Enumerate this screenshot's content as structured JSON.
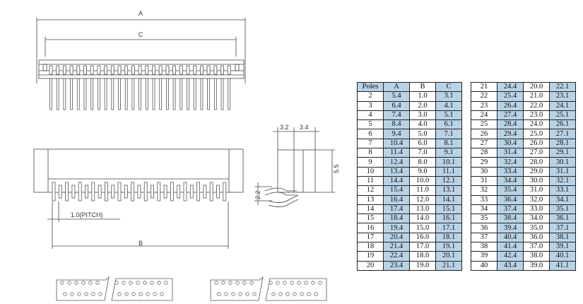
{
  "labels": {
    "dim_a": "A",
    "dim_b": "B",
    "dim_c": "C",
    "pitch": "1.0(PITCH)",
    "side_w1": "3.2",
    "side_w2": "3.4",
    "side_h": "5.5",
    "side_h2": "2.2"
  },
  "table": {
    "headers": [
      "Poles",
      "A",
      "B",
      "C"
    ],
    "rows_left": [
      [
        "2",
        "5.4",
        "1.0",
        "3.1"
      ],
      [
        "3",
        "6.4",
        "2.0",
        "4.1"
      ],
      [
        "4",
        "7.4",
        "3.0",
        "5.1"
      ],
      [
        "5",
        "8.4",
        "4.0",
        "6.1"
      ],
      [
        "6",
        "9.4",
        "5.0",
        "7.1"
      ],
      [
        "7",
        "10.4",
        "6.0",
        "8.1"
      ],
      [
        "8",
        "11.4",
        "7.0",
        "9.1"
      ],
      [
        "9",
        "12.4",
        "8.0",
        "10.1"
      ],
      [
        "10",
        "13.4",
        "9.0",
        "11.1"
      ],
      [
        "11",
        "14.4",
        "10.0",
        "12.1"
      ],
      [
        "12",
        "15.4",
        "11.0",
        "13.1"
      ],
      [
        "13",
        "16.4",
        "12.0",
        "14.1"
      ],
      [
        "14",
        "17.4",
        "13.0",
        "15.1"
      ],
      [
        "15",
        "18.4",
        "14.0",
        "16.1"
      ],
      [
        "16",
        "19.4",
        "15.0",
        "17.1"
      ],
      [
        "17",
        "20.4",
        "16.0",
        "18.1"
      ],
      [
        "18",
        "21.4",
        "17.0",
        "19.1"
      ],
      [
        "19",
        "22.4",
        "18.0",
        "20.1"
      ],
      [
        "20",
        "23.4",
        "19.0",
        "21.1"
      ]
    ],
    "rows_right": [
      [
        "21",
        "24.4",
        "20.0",
        "22.1"
      ],
      [
        "22",
        "25.4",
        "21.0",
        "23.1"
      ],
      [
        "23",
        "26.4",
        "22.0",
        "24.1"
      ],
      [
        "24",
        "27.4",
        "23.0",
        "25.1"
      ],
      [
        "25",
        "28.4",
        "24.0",
        "26.1"
      ],
      [
        "26",
        "29.4",
        "25.0",
        "27.1"
      ],
      [
        "27",
        "30.4",
        "26.0",
        "28.1"
      ],
      [
        "28",
        "31.4",
        "27.0",
        "29.1"
      ],
      [
        "29",
        "32.4",
        "28.0",
        "30.1"
      ],
      [
        "30",
        "33.4",
        "29.0",
        "31.1"
      ],
      [
        "31",
        "34.4",
        "30.0",
        "32.1"
      ],
      [
        "32",
        "35.4",
        "31.0",
        "33.1"
      ],
      [
        "33",
        "36.4",
        "32.0",
        "34.1"
      ],
      [
        "34",
        "37.4",
        "33.0",
        "35.1"
      ],
      [
        "35",
        "38.4",
        "34.0",
        "36.1"
      ],
      [
        "36",
        "39.4",
        "35.0",
        "37.1"
      ],
      [
        "37",
        "40.4",
        "36.0",
        "38.1"
      ],
      [
        "38",
        "41.4",
        "37.0",
        "39.1"
      ],
      [
        "39",
        "42.4",
        "38.0",
        "40.1"
      ],
      [
        "40",
        "43.4",
        "39.0",
        "41.1"
      ]
    ]
  },
  "colors": {
    "line": "#444444",
    "cell_shade": "#b9d3e6"
  }
}
